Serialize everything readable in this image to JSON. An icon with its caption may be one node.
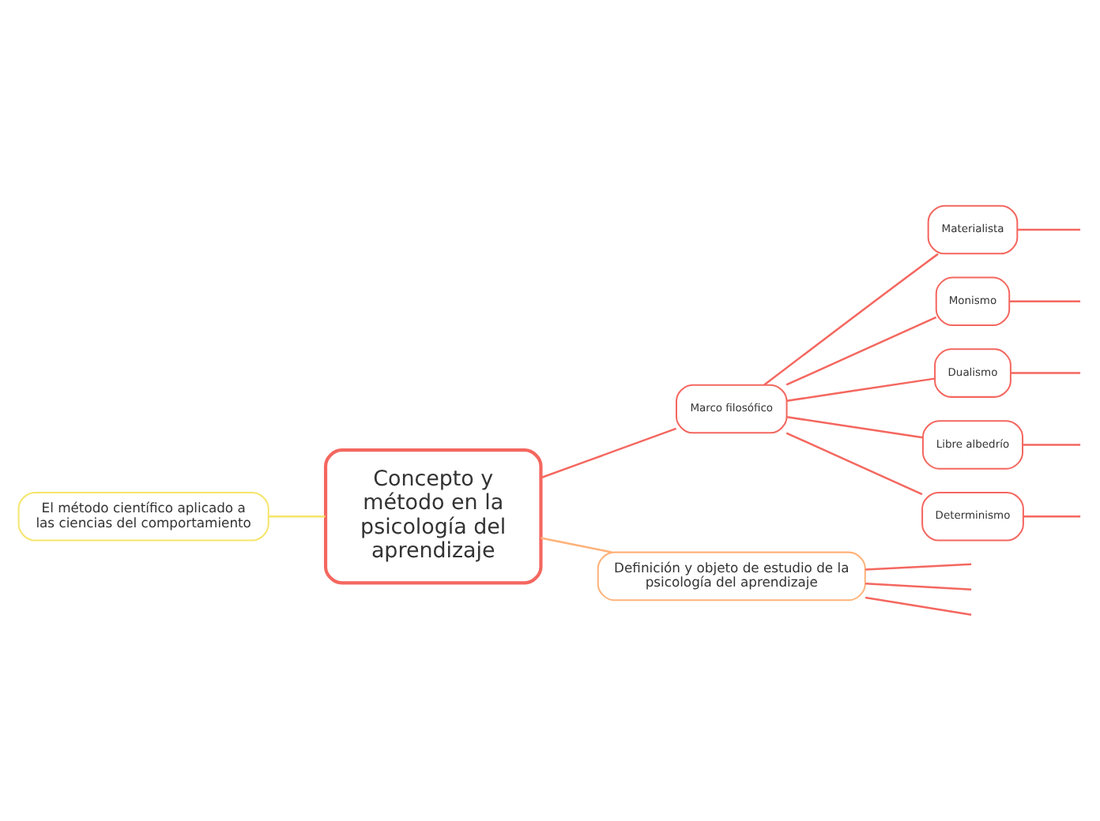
{
  "diagram": {
    "nodes": [
      {
        "text": [
          "Concepto y método en la psicología del aprendizaje"
        ]
      },
      {
        "text": [
          "Marco filosófico"
        ]
      },
      {
        "text": [
          "Materialista"
        ]
      },
      {
        "text": [
          "Monismo"
        ]
      },
      {
        "text": [
          "Dualismo"
        ]
      },
      {
        "text": [
          "Libre albedrío"
        ]
      },
      {
        "text": [
          "Determinismo"
        ]
      },
      {
        "text": [
          "Definición y objeto de estudio de la psicología del aprendizaje"
        ]
      },
      {
        "text": [
          "El método científico aplicado a las ciencias del comportamiento"
        ]
      }
    ],
    "edges": [
      {
        "from": 0,
        "to": 1,
        "arrow": "none"
      },
      {
        "from": 1,
        "to": 2,
        "arrow": "none"
      },
      {
        "from": 1,
        "to": 3,
        "arrow": "none"
      },
      {
        "from": 1,
        "to": 4,
        "arrow": "none"
      },
      {
        "from": 1,
        "to": 5,
        "arrow": "none"
      },
      {
        "from": 1,
        "to": 6,
        "arrow": "none"
      },
      {
        "from": 2,
        "to": null,
        "arrow": "none"
      },
      {
        "from": 3,
        "to": null,
        "arrow": "none"
      },
      {
        "from": 4,
        "to": null,
        "arrow": "none"
      },
      {
        "from": 5,
        "to": null,
        "arrow": "none"
      },
      {
        "from": 6,
        "to": null,
        "arrow": "none"
      },
      {
        "from": 0,
        "to": 7,
        "arrow": "none",
        "color": "#ffb27a"
      },
      {
        "from": 7,
        "to": null,
        "arrow": "none"
      },
      {
        "from": 7,
        "to": null,
        "arrow": "none"
      },
      {
        "from": 7,
        "to": null,
        "arrow": "none"
      },
      {
        "from": 0,
        "to": 8,
        "arrow": "none",
        "color": "#f5e56b"
      }
    ]
  }
}
